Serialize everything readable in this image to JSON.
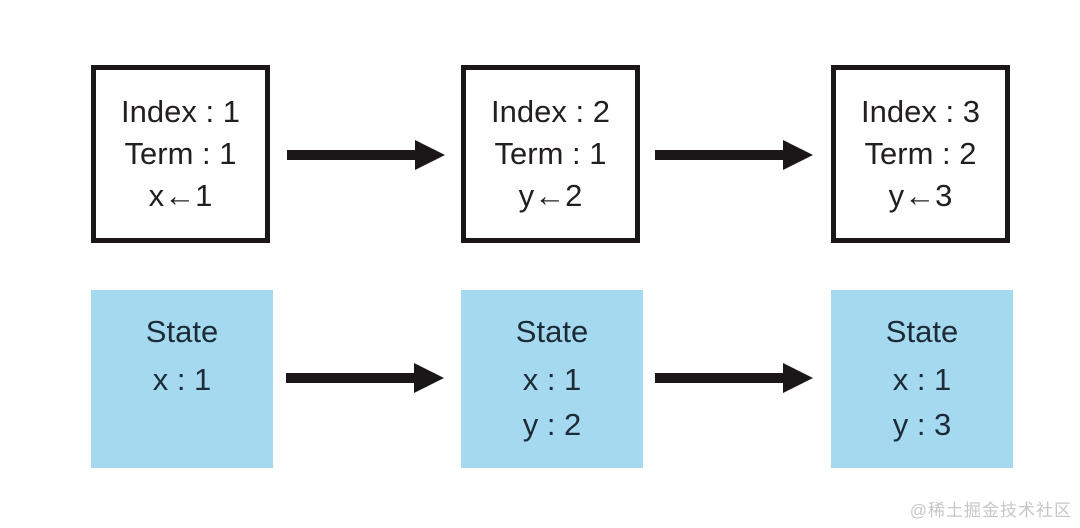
{
  "diagram": {
    "log_entries": [
      {
        "lines": [
          "Index : 1",
          "Term : 1",
          "x←1"
        ]
      },
      {
        "lines": [
          "Index : 2",
          "Term : 1",
          "y←2"
        ]
      },
      {
        "lines": [
          "Index : 3",
          "Term : 2",
          "y←3"
        ]
      }
    ],
    "states": [
      {
        "title": "State",
        "lines": [
          "x : 1"
        ]
      },
      {
        "title": "State",
        "lines": [
          "x : 1",
          "y : 2"
        ]
      },
      {
        "title": "State",
        "lines": [
          "x : 1",
          "y : 3"
        ]
      }
    ],
    "colors": {
      "log_box_border": "#1b1718",
      "log_box_background": "#fefefe",
      "log_text": "#231f20",
      "state_box_background": "#a5d9f0",
      "state_text": "#1d2b37",
      "arrow": "#1b1718",
      "watermark": "#c6c6c6",
      "page_background": "#ffffff"
    }
  },
  "watermark": {
    "text": "@稀土掘金技术社区"
  }
}
